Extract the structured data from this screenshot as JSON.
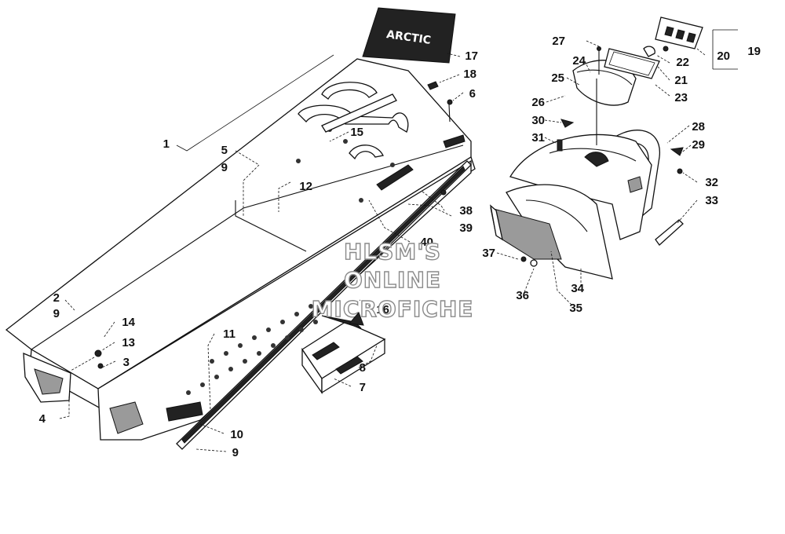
{
  "diagram": {
    "watermark": [
      "HLSM'S",
      "ONLINE",
      "MICROFICHE"
    ],
    "decal_text": "ARCTIC",
    "callouts": [
      "1",
      "2",
      "3",
      "4",
      "5",
      "6",
      "7",
      "8",
      "9",
      "10",
      "11",
      "12",
      "13",
      "14",
      "15",
      "16",
      "17",
      "18",
      "19",
      "20",
      "21",
      "22",
      "23",
      "24",
      "25",
      "26",
      "27",
      "28",
      "29",
      "30",
      "31",
      "32",
      "33",
      "34",
      "35",
      "36",
      "37",
      "38",
      "39",
      "40"
    ]
  }
}
